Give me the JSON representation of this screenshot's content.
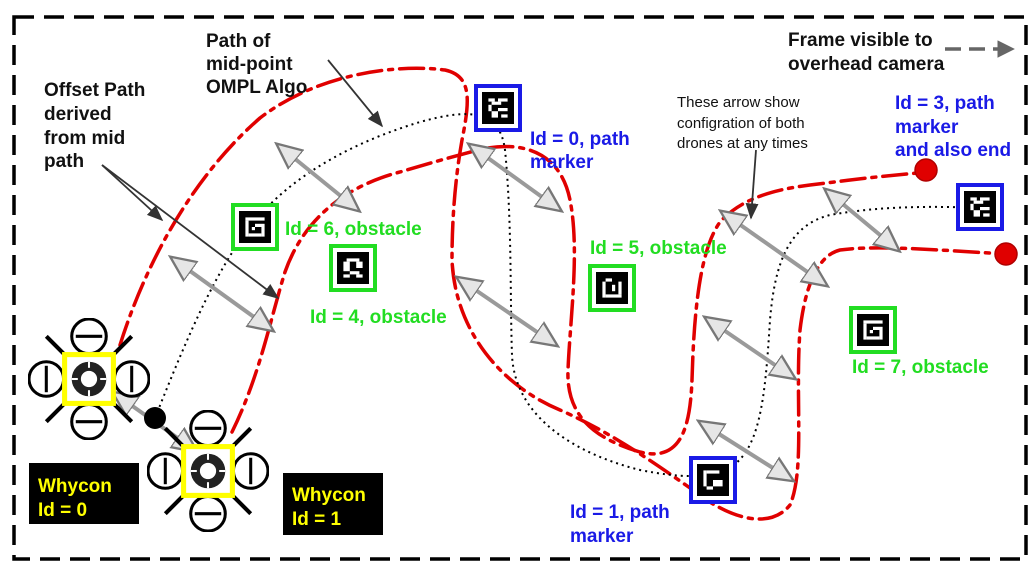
{
  "colors": {
    "path_red": "#e00000",
    "path_marker_blue": "#1a1ae6",
    "obstacle_green": "#22dd22",
    "whycon_yellow": "#ffff00",
    "arrow_grey": "#c8c8c8",
    "text_dark": "#111111"
  },
  "labels": {
    "frame_visible": [
      "Frame visible to",
      "overhead camera"
    ],
    "path_of_mid": [
      "Path of",
      "mid-point",
      "OMPL Algo"
    ],
    "offset_path": [
      "Offset Path",
      "derived",
      "from mid",
      "path"
    ],
    "arrows_note": [
      "These arrow show",
      "configration of both",
      "drones at any times"
    ],
    "marker_id0": [
      "Id = 0, path",
      "marker"
    ],
    "marker_id1": [
      "Id = 1, path",
      "marker"
    ],
    "marker_id3": [
      "Id = 3, path",
      "marker",
      "and also end"
    ],
    "obstacle_id4": "Id = 4, obstacle",
    "obstacle_id5": "Id = 5, obstacle",
    "obstacle_id6": "Id = 6, obstacle",
    "obstacle_id7": "Id = 7, obstacle",
    "whycon0": [
      "Whycon",
      "Id = 0"
    ],
    "whycon1": [
      "Whycon",
      "Id = 1"
    ]
  },
  "icons": {
    "drone": "quadcopter-icon",
    "aruco": "aruco-marker-icon"
  }
}
